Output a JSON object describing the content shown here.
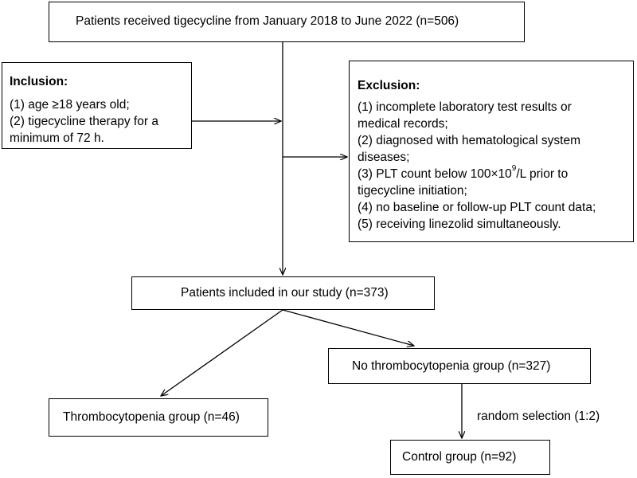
{
  "top_box": {
    "text": "Patients received tigecycline from January 2018 to June 2022 (n=506)"
  },
  "inclusion": {
    "title": "Inclusion:",
    "items": [
      "(1) age ≥18 years old;",
      "(2) tigecycline therapy for a",
      "minimum of 72 h."
    ]
  },
  "exclusion": {
    "title": "Exclusion:",
    "line1": "(1) incomplete laboratory test results or",
    "line2": "medical records;",
    "line3": "(2) diagnosed with hematological system",
    "line4": "diseases;",
    "line5_pre": "(3) PLT count below 100×10",
    "line5_sup": "9",
    "line5_post": "/L prior to",
    "line6": "tigecycline initiation;",
    "line7": "(4) no baseline or follow-up PLT count data;",
    "line8": "(5) receiving linezolid simultaneously."
  },
  "included_box": {
    "text": "Patients included in our study (n=373)"
  },
  "no_thrombo_box": {
    "text": "No thrombocytopenia group (n=327)"
  },
  "thrombo_box": {
    "text": "Thrombocytopenia group (n=46)"
  },
  "control_box": {
    "text": "Control group (n=92)"
  },
  "random_selection_label": "random selection (1:2)"
}
